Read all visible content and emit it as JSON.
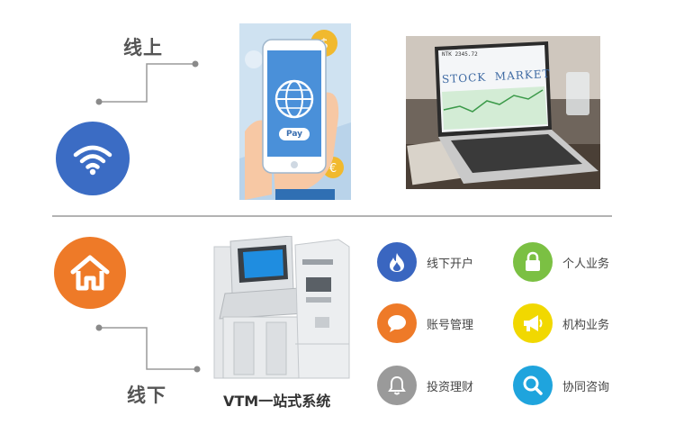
{
  "online": {
    "label": "线上",
    "icon": "wifi-icon",
    "color": "#3b6cc4"
  },
  "offline": {
    "label": "线下",
    "icon": "home-icon",
    "color": "#ee7a28"
  },
  "phone_pay_label": "Pay",
  "laptop_screen_title": "STOCK  MARKET",
  "laptop_ticker": "NTK 2345.72",
  "vtm_caption": "VTM一站式系统",
  "services": [
    {
      "label": "线下开户",
      "icon": "flame-icon",
      "color": "#3a66c0"
    },
    {
      "label": "个人业务",
      "icon": "lock-icon",
      "color": "#7bc043"
    },
    {
      "label": "账号管理",
      "icon": "chat-icon",
      "color": "#ee7a28"
    },
    {
      "label": "机构业务",
      "icon": "megaphone-icon",
      "color": "#f1d800"
    },
    {
      "label": "投资理财",
      "icon": "bell-icon",
      "color": "#9a9a9a"
    },
    {
      "label": "协同咨询",
      "icon": "search-icon",
      "color": "#1fa4dd"
    }
  ]
}
